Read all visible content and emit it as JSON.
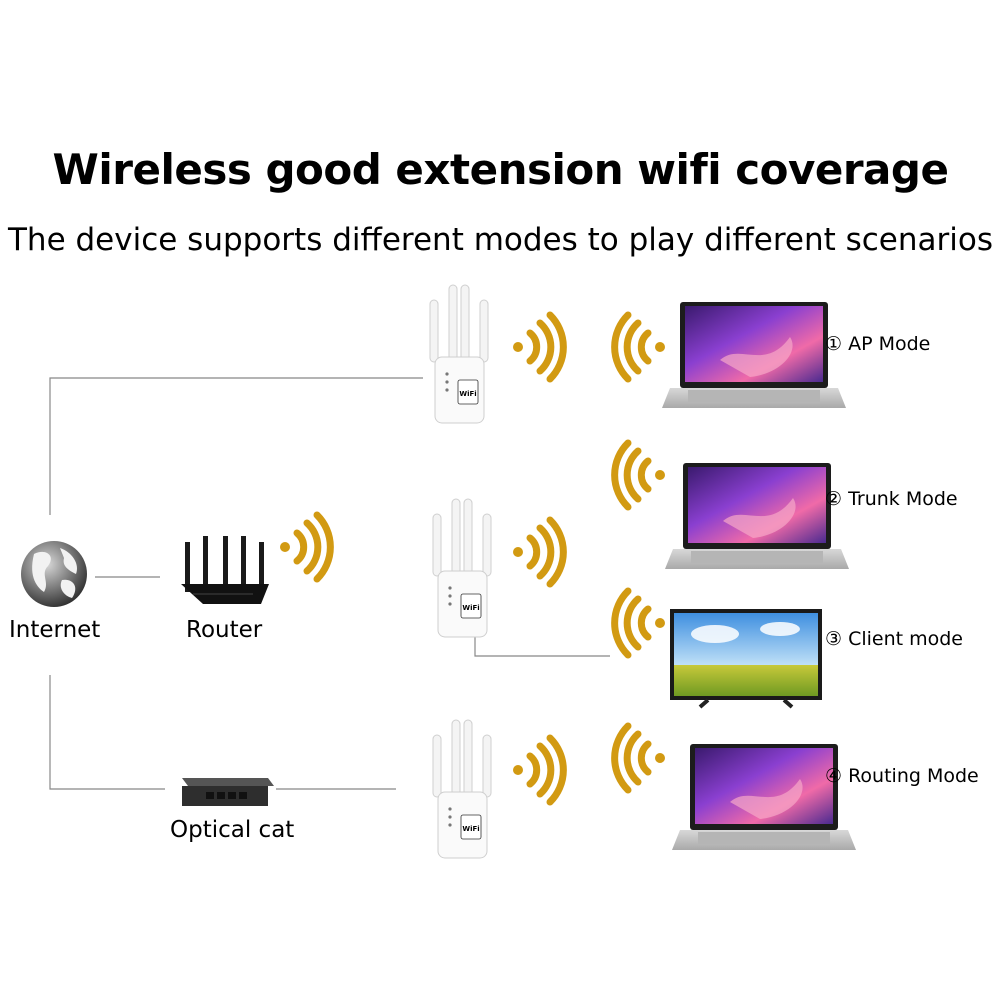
{
  "title": "Wireless good extension wifi coverage",
  "subtitle": "The device supports different modes to play different scenarios",
  "nodes": {
    "internet": "Internet",
    "router": "Router",
    "optical_cat": "Optical cat"
  },
  "repeater_text": "WiFi",
  "modes": [
    {
      "label": "① AP Mode",
      "device": "laptop"
    },
    {
      "label": "② Trunk Mode",
      "device": "laptop"
    },
    {
      "label": "③ Client mode",
      "device": "tv"
    },
    {
      "label": "④ Routing Mode",
      "device": "laptop"
    }
  ],
  "colors": {
    "signal": "#d29a12",
    "line": "#888888"
  },
  "icons": [
    "globe-icon",
    "router-icon",
    "optical-cat-icon",
    "repeater-icon",
    "laptop-icon",
    "tv-icon",
    "wifi-signal-icon"
  ]
}
